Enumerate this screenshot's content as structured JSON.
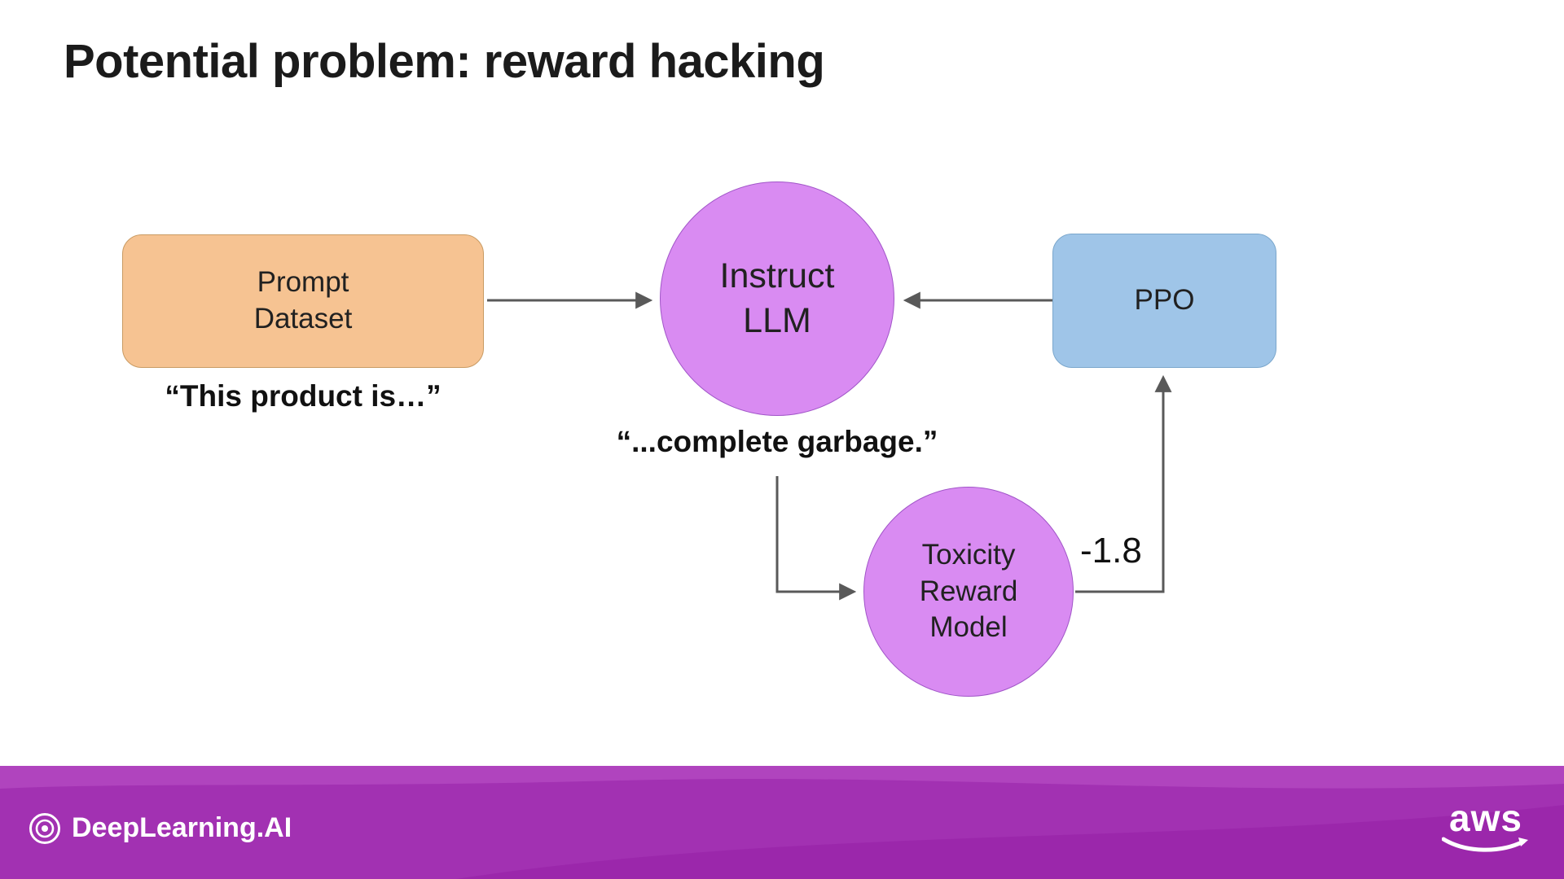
{
  "slide": {
    "title": "Potential problem: reward hacking"
  },
  "diagram": {
    "prompt_dataset": {
      "label": "Prompt\nDataset",
      "caption": "“This product is…”"
    },
    "instruct_llm": {
      "label": "Instruct\nLLM",
      "output": "“...complete garbage.”"
    },
    "ppo": {
      "label": "PPO"
    },
    "toxicity_reward_model": {
      "label": "Toxicity\nReward\nModel"
    },
    "reward_score": "-1.8",
    "arrows": [
      "prompt-dataset-to-instruct-llm",
      "ppo-to-instruct-llm",
      "instruct-llm-to-toxicity-reward-model",
      "toxicity-reward-model-to-ppo"
    ]
  },
  "footer": {
    "brand": "DeepLearning.AI",
    "aws_label": "aws"
  },
  "colors": {
    "text": "#212121",
    "orange_fill": "#F6C392",
    "orange_border": "#C99B63",
    "purple_fill": "#D98BF2",
    "purple_border": "#A155C8",
    "blue_fill": "#9FC5E8",
    "blue_border": "#7BA7CC",
    "arrow": "#595959",
    "footer_purple": "#A231B2",
    "footer_purple_light": "#B044BE",
    "footer_purple_dark": "#961FA6"
  }
}
